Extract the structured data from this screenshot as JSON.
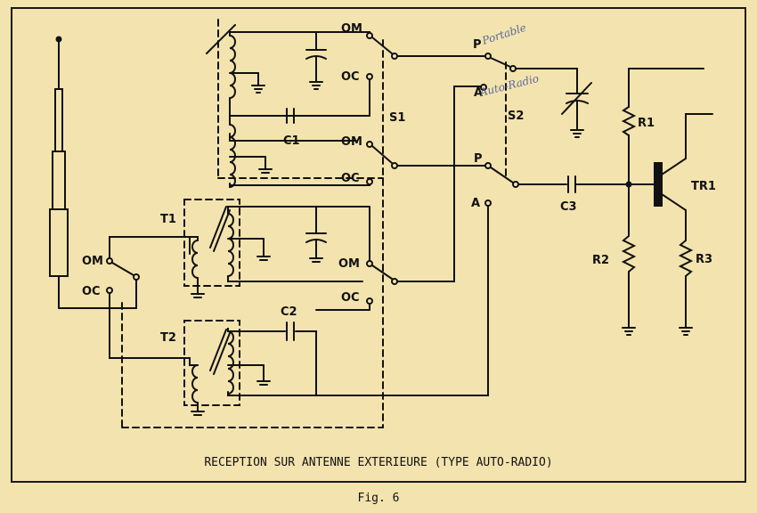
{
  "caption": "RECEPTION SUR ANTENNE EXTERIEURE (TYPE AUTO-RADIO)",
  "figure_label": "Fig. 6",
  "labels": {
    "om_top": "OM",
    "oc_top": "OC",
    "s1": "S1",
    "c1": "C1",
    "om_mid": "OM",
    "oc_mid": "OC",
    "t1": "T1",
    "om_low": "OM",
    "oc_low": "OC",
    "c2": "C2",
    "t2": "T2",
    "om_ant": "OM",
    "oc_ant": "OC",
    "p_top": "P",
    "a_top": "A",
    "s2": "S2",
    "p_mid": "P",
    "a_low": "A",
    "c3": "C3",
    "r1": "R1",
    "r2": "R2",
    "r3": "R3",
    "tr1": "TR1"
  },
  "handwritten": {
    "portable": "Portable",
    "auto_radio": "Auto-Radio"
  }
}
